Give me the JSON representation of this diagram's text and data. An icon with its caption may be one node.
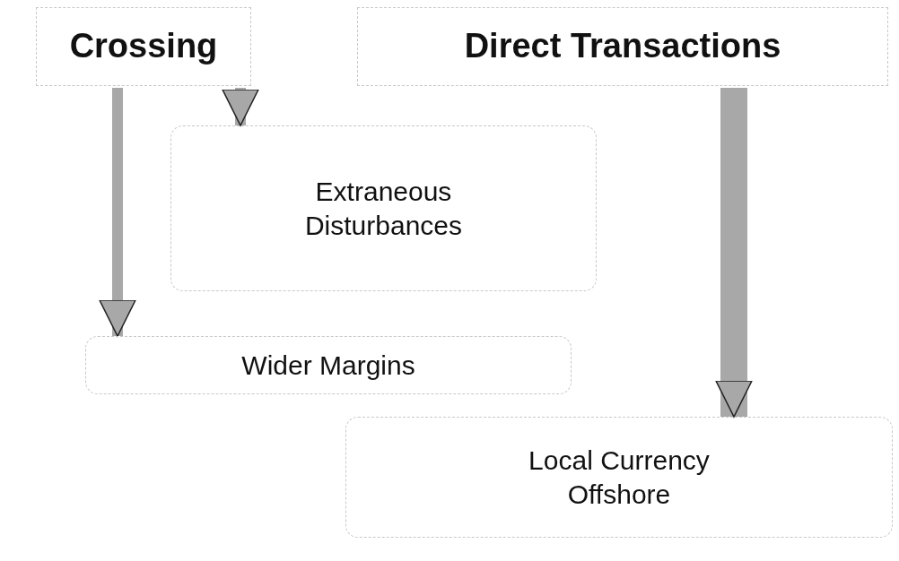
{
  "diagram": {
    "nodes": [
      {
        "text": [
          "Crossing"
        ]
      },
      {
        "text": [
          "Direct Transactions"
        ]
      },
      {
        "text": [
          "Extraneous Disturbances"
        ]
      },
      {
        "text": [
          "Wider Margins"
        ]
      },
      {
        "text": [
          "Local Currency Offshore"
        ]
      }
    ],
    "edges": [
      {
        "from": 0,
        "to": 3,
        "arrow": "to"
      },
      {
        "from": 0,
        "to": 2,
        "arrow": "to"
      },
      {
        "from": 1,
        "to": 4,
        "arrow": "to",
        "style": "thick"
      }
    ]
  }
}
